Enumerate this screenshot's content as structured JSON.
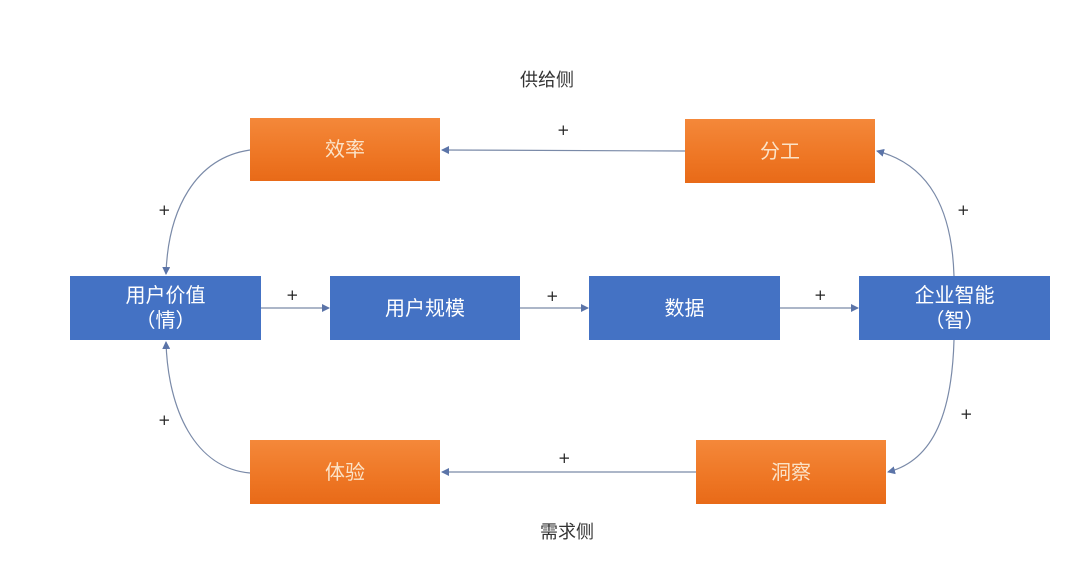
{
  "title_top": "供给侧",
  "title_bottom": "需求侧",
  "colors": {
    "demand_node": "#4472c4",
    "supply_node": "#ee7624",
    "link": "#6a7fa6"
  },
  "nodes": {
    "efficiency": {
      "line1": "效率"
    },
    "division": {
      "line1": "分工"
    },
    "user_value": {
      "line1": "用户价值",
      "line2": "（情）"
    },
    "user_scale": {
      "line1": "用户规模"
    },
    "data": {
      "line1": "数据"
    },
    "enterprise_intelligence": {
      "line1": "企业智能",
      "line2": "（智）"
    },
    "experience": {
      "line1": "体验"
    },
    "insight": {
      "line1": "洞察"
    }
  },
  "links": [
    {
      "from": "user_value",
      "to": "user_scale",
      "sign": "+"
    },
    {
      "from": "user_scale",
      "to": "data",
      "sign": "+"
    },
    {
      "from": "data",
      "to": "enterprise_intelligence",
      "sign": "+"
    },
    {
      "from": "enterprise_intelligence",
      "to": "division",
      "sign": "+"
    },
    {
      "from": "division",
      "to": "efficiency",
      "sign": "+"
    },
    {
      "from": "efficiency",
      "to": "user_value",
      "sign": "+"
    },
    {
      "from": "enterprise_intelligence",
      "to": "insight",
      "sign": "+"
    },
    {
      "from": "insight",
      "to": "experience",
      "sign": "+"
    },
    {
      "from": "experience",
      "to": "user_value",
      "sign": "+"
    }
  ]
}
